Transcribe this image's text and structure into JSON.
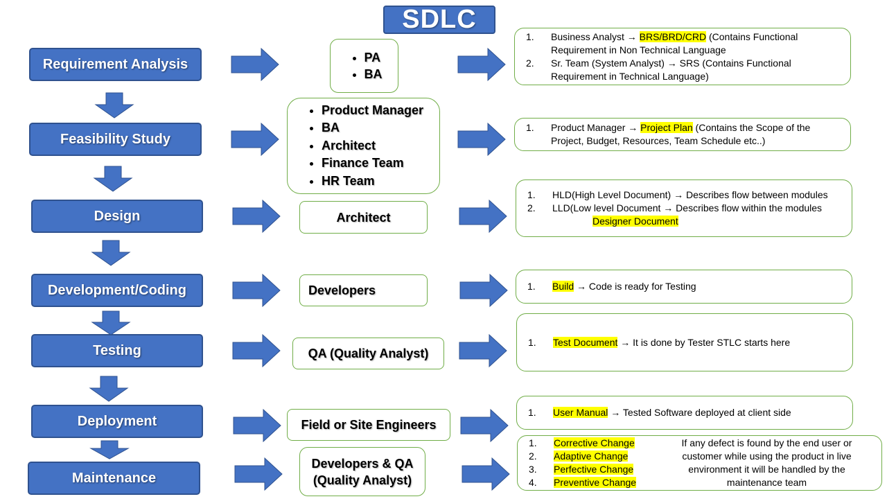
{
  "title": "SDLC",
  "stages": [
    {
      "label": "Requirement Analysis"
    },
    {
      "label": "Feasibility Study"
    },
    {
      "label": "Design"
    },
    {
      "label": "Development/Coding"
    },
    {
      "label": "Testing"
    },
    {
      "label": "Deployment"
    },
    {
      "label": "Maintenance"
    }
  ],
  "roles": {
    "requirement": [
      "PA",
      "BA"
    ],
    "feasibility": [
      "Product Manager",
      "BA",
      "Architect",
      "Finance Team",
      "HR Team"
    ],
    "design": "Architect",
    "development": "Developers",
    "testing": "QA (Quality Analyst)",
    "deployment": "Field or Site Engineers",
    "maintenance": [
      "Developers & QA",
      "(Quality Analyst)"
    ]
  },
  "outputs": {
    "requirement": {
      "n1": "1.",
      "l1a": "Business Analyst → ",
      "l1hl": "BRS/BRD/CRD",
      "l1b": " (Contains Functional",
      "l1c": "Requirement in Non Technical Language",
      "n2": "2.",
      "l2a": "Sr. Team (System Analyst) → SRS (Contains Functional",
      "l2b": "Requirement in Technical Language)"
    },
    "feasibility": {
      "n1": "1.",
      "l1a": "Product Manager → ",
      "l1hl": "Project Plan",
      "l1b": " (Contains the Scope of the",
      "l1c": "Project, Budget, Resources, Team Schedule etc..)"
    },
    "design": {
      "n1": "1.",
      "l1": "HLD(High Level Document) → Describes flow between modules",
      "n2": "2.",
      "l2": "LLD(Low level Document → Describes flow within the modules",
      "hl": "Designer Document"
    },
    "development": {
      "n1": "1.",
      "hl": "Build",
      "rest": " → Code is ready for Testing"
    },
    "testing": {
      "n1": "1.",
      "hl": "Test Document",
      "rest": " → It is done by Tester  STLC starts here"
    },
    "deployment": {
      "n1": "1.",
      "hl": "User Manual",
      "rest": " → Tested Software deployed at client side"
    },
    "maintenance": {
      "items": [
        {
          "n": "1.",
          "label": "Corrective Change"
        },
        {
          "n": "2.",
          "label": "Adaptive Change"
        },
        {
          "n": "3.",
          "label": "Perfective Change"
        },
        {
          "n": "4.",
          "label": "Preventive Change"
        }
      ],
      "note": [
        "If any defect is found by the end user or",
        "customer while using the product  in live",
        "environment  it will be handled by the",
        "maintenance team"
      ]
    }
  },
  "colors": {
    "stage_fill": "#4472c4",
    "stage_border": "#2f528f",
    "box_border": "#70ad47",
    "highlight": "#ffff00"
  }
}
